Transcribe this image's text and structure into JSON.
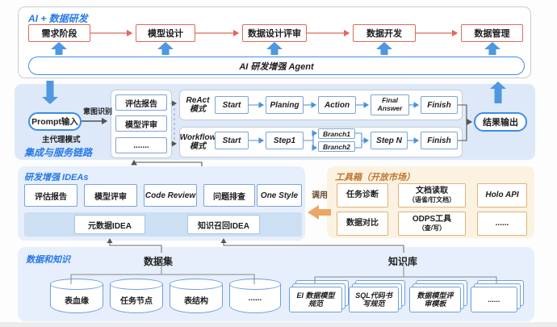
{
  "colors": {
    "accent_blue": "#2679e8",
    "flow_border_blue": "#7aa4d9",
    "red": "#e0685a",
    "orange_title": "#c0742b",
    "orange_arrow": "#eba763",
    "section_blue_bg": "#dde9f8",
    "ideas_bg": "#e6effb",
    "toolbox_bg": "#fcf2e1"
  },
  "top": {
    "title": "AI + 数据研发",
    "stages": [
      "需求阶段",
      "模型设计",
      "数据设计评审",
      "数据开发",
      "数据管理"
    ],
    "agent_bar": "AI 研发增强 Agent"
  },
  "pipeline": {
    "section_title": "集成与服务链路",
    "prompt_input": "Prompt输入",
    "intent_label": "意图识别",
    "agent_mode": "主代理模式",
    "stack": [
      "评估报告",
      "模型评审",
      "......."
    ],
    "react": {
      "mode": "ReAct\n模式",
      "steps": [
        "Start",
        "Planing",
        "Action",
        "Final\nAnswer",
        "Finish"
      ]
    },
    "workflow": {
      "mode": "Workflow\n模式",
      "start": "Start",
      "step1": "Step1",
      "branch1": "Branch1",
      "branch2": "Branch2",
      "stepn": "Step N",
      "finish": "Finish"
    },
    "result_output": "结果输出"
  },
  "ideas": {
    "title": "研发增强 IDEAs",
    "row1": [
      "评估报告",
      "模型评审",
      "Code Review",
      "问题排查",
      "One Style"
    ],
    "row2": [
      "元数据IDEA",
      "知识召回IDEA"
    ]
  },
  "invoke_label": "调用",
  "toolbox": {
    "title": "工具箱（开放市场）",
    "items": [
      {
        "l1": "任务诊断",
        "l2": ""
      },
      {
        "l1": "文档读取",
        "l2": "（语雀/钉文档）"
      },
      {
        "l1": "Holo API",
        "l2": ""
      },
      {
        "l1": "数据对比",
        "l2": ""
      },
      {
        "l1": "ODPS工具",
        "l2": "（查/写）"
      },
      {
        "l1": "......",
        "l2": ""
      }
    ]
  },
  "data_knowledge": {
    "title": "数据和知识",
    "dataset_label": "数据集",
    "kb_label": "知识库",
    "datasets": [
      "表血缘",
      "任务节点",
      "表结构",
      "......"
    ],
    "kb_docs": [
      {
        "l1": "EI 数据模型",
        "l2": "规范"
      },
      {
        "l1": "SQL代码书",
        "l2": "写规范"
      },
      {
        "l1": "数据模型评",
        "l2": "审模板"
      },
      {
        "l1": "......",
        "l2": ""
      }
    ]
  }
}
